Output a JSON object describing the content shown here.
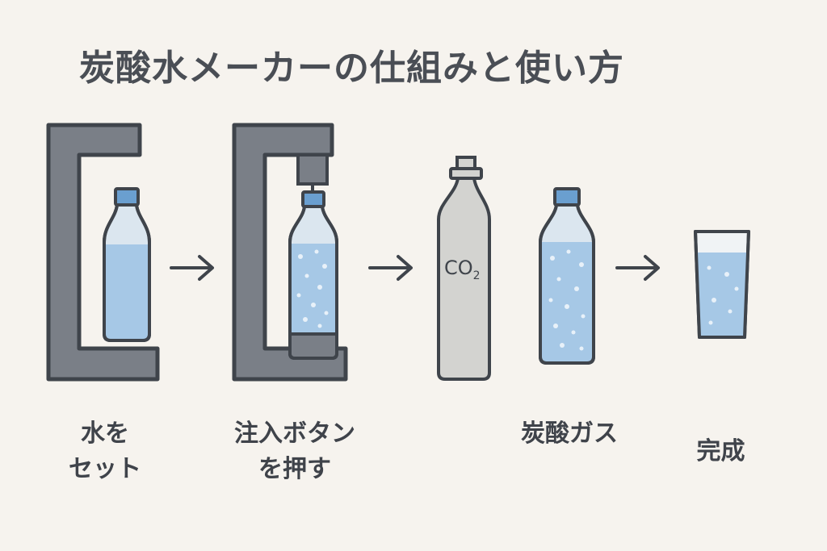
{
  "title": "炭酸水メーカーの仕組みと使い方",
  "steps": [
    {
      "label_lines": [
        "水を",
        "セット"
      ]
    },
    {
      "label_lines": [
        "注入ボタン",
        "を押す"
      ]
    },
    {
      "label_lines": [
        "炭酸ガス"
      ]
    },
    {
      "label_lines": [
        "完成"
      ]
    }
  ],
  "cylinder_label": {
    "main": "CO",
    "sub": "2"
  },
  "colors": {
    "background": "#f6f3ee",
    "machine": "#7a7f87",
    "outline": "#3f444b",
    "cap": "#6a9fd0",
    "water": "#a6c8e6",
    "bottle_empty": "#dbe6ef",
    "cylinder": "#d3d3d0",
    "bubble": "#e8f1f9"
  }
}
